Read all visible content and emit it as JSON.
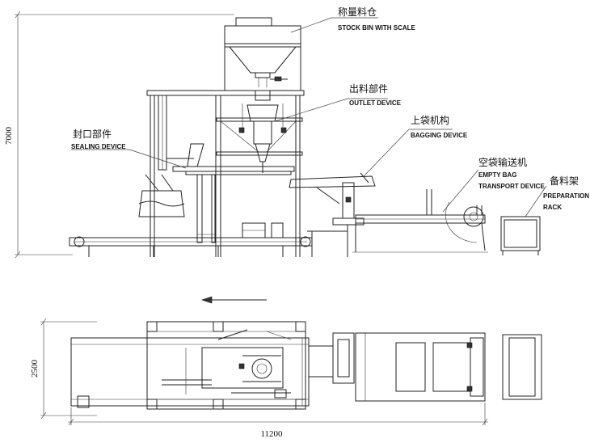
{
  "labels": {
    "stock_bin_cn": "称量料仓",
    "stock_bin_en": "STOCK BIN WITH SCALE",
    "outlet_cn": "出料部件",
    "outlet_en": "OUTLET DEVICE",
    "sealing_cn": "封口部件",
    "sealing_en": "SEALING DEVICE",
    "bagging_cn": "上袋机构",
    "bagging_en": "BAGGING DEVICE",
    "empty_bag_cn": "空袋输送机",
    "empty_bag_en_1": "EMPTY BAG",
    "empty_bag_en_2": "TRANSPORT DEVICE",
    "prep_cn": "备料架",
    "prep_en_1": "PREPARATION",
    "prep_en_2": "RACK"
  },
  "dimensions": {
    "height": "7000",
    "depth": "2500",
    "length": "11200"
  },
  "colors": {
    "line": "#222222",
    "text": "#111111",
    "background": "#ffffff"
  }
}
